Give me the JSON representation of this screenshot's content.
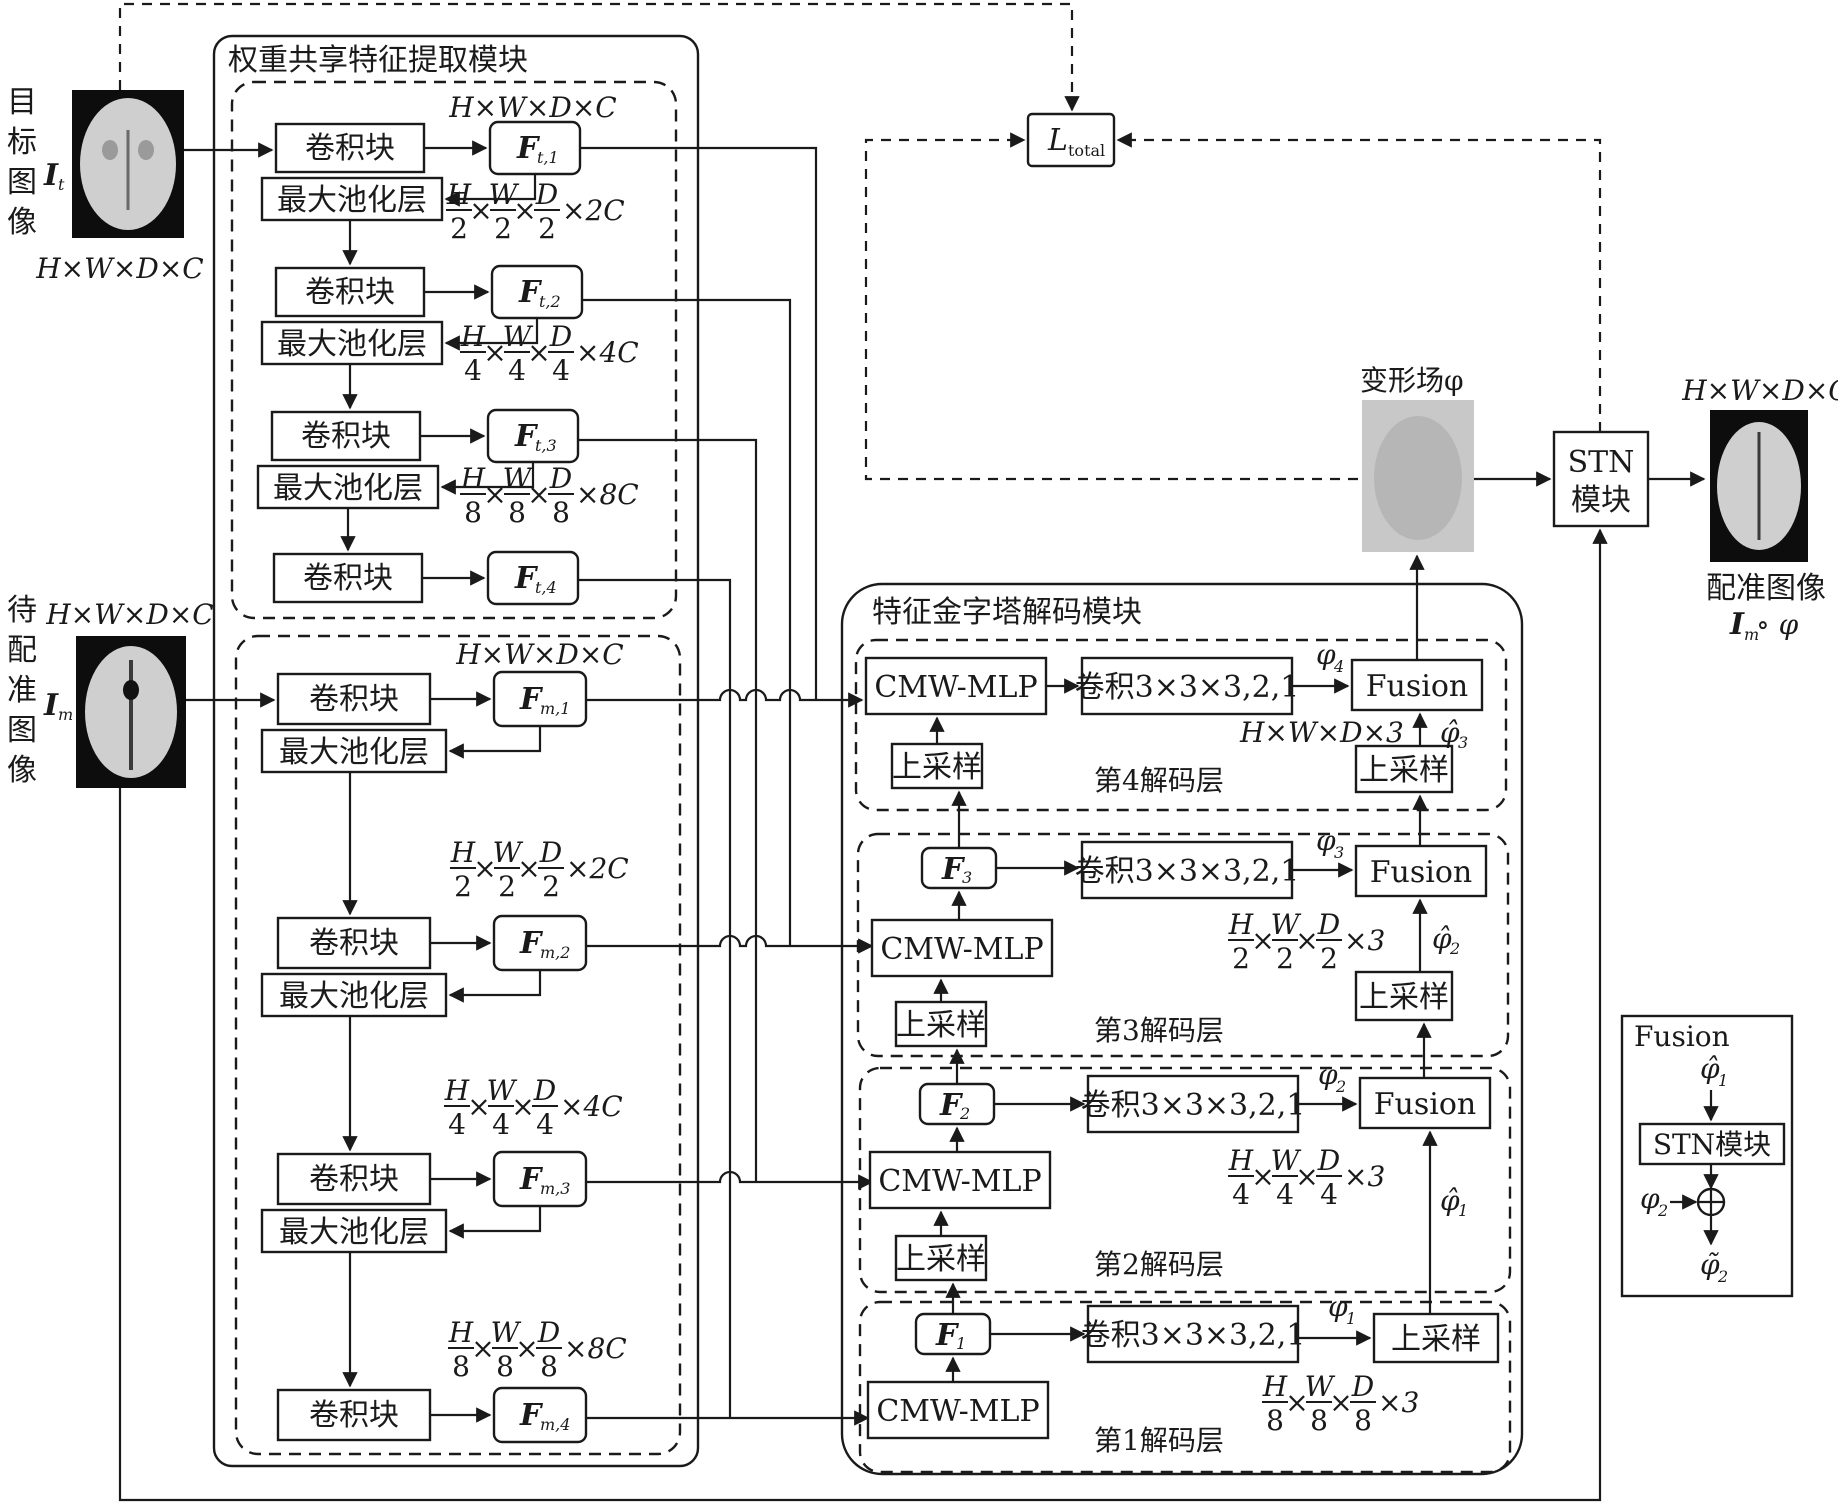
{
  "inputs": {
    "target": {
      "label_chars": [
        "目",
        "标",
        "图",
        "像"
      ],
      "symbol": "I",
      "symbol_sub": "t",
      "shape": "H×W×D×C"
    },
    "moving": {
      "label_chars": [
        "待",
        "配",
        "准",
        "图",
        "像"
      ],
      "symbol": "I",
      "symbol_sub": "m",
      "shape": "H×W×D×C"
    }
  },
  "encoder": {
    "title": "权重共享特征提取模块",
    "conv_label": "卷积块",
    "pool_label": "最大池化层",
    "target_branch": {
      "top_shape": "H×W×D×C",
      "features": [
        {
          "name": "F",
          "sub": "t,1"
        },
        {
          "name": "F",
          "sub": "t,2"
        },
        {
          "name": "F",
          "sub": "t,3"
        },
        {
          "name": "F",
          "sub": "t,4"
        }
      ],
      "shapes": [
        {
          "h": "H",
          "w": "W",
          "d": "D",
          "den": "2",
          "c": "×2C"
        },
        {
          "h": "H",
          "w": "W",
          "d": "D",
          "den": "4",
          "c": "×4C"
        },
        {
          "h": "H",
          "w": "W",
          "d": "D",
          "den": "8",
          "c": "×8C"
        }
      ]
    },
    "moving_branch": {
      "top_shape": "H×W×D×C",
      "features": [
        {
          "name": "F",
          "sub": "m,1"
        },
        {
          "name": "F",
          "sub": "m,2"
        },
        {
          "name": "F",
          "sub": "m,3"
        },
        {
          "name": "F",
          "sub": "m,4"
        }
      ],
      "shapes": [
        {
          "h": "H",
          "w": "W",
          "d": "D",
          "den": "2",
          "c": "×2C"
        },
        {
          "h": "H",
          "w": "W",
          "d": "D",
          "den": "4",
          "c": "×4C"
        },
        {
          "h": "H",
          "w": "W",
          "d": "D",
          "den": "8",
          "c": "×8C"
        }
      ]
    }
  },
  "decoder": {
    "title": "特征金字塔解码模块",
    "cmw_label": "CMW-MLP",
    "conv_label": "卷积3×3×3,2,1",
    "upsample_label": "上采样",
    "fusion_label": "Fusion",
    "layers": [
      {
        "label": "第4解码层",
        "phi": "φ",
        "phi_sub": "4",
        "phi_hat_sub": "3",
        "shape": "H×W×D×3"
      },
      {
        "label": "第3解码层",
        "phi": "φ",
        "phi_sub": "3",
        "phi_hat_sub": "2",
        "feature_sub": "3",
        "shape_den": "2"
      },
      {
        "label": "第2解码层",
        "phi": "φ",
        "phi_sub": "2",
        "phi_hat_sub": "1",
        "feature_sub": "2",
        "shape_den": "4"
      },
      {
        "label": "第1解码层",
        "phi": "φ",
        "phi_sub": "1",
        "feature_sub": "1",
        "shape_den": "8"
      }
    ],
    "feature_name": "F",
    "shape_suffix": "×3"
  },
  "loss": {
    "symbol": "L",
    "sub": "total"
  },
  "deformation": {
    "label": "变形场φ"
  },
  "stn": {
    "line1": "STN",
    "line2": "模块"
  },
  "output": {
    "shape": "H×W×D×C",
    "label": "配准图像",
    "symbol": "I",
    "symbol_sub": "m",
    "compose": "∘ φ"
  },
  "fusion_legend": {
    "title": "Fusion",
    "in_hat": "φ̂",
    "in_hat_sub": "1",
    "stn_label": "STN模块",
    "side_in": "φ",
    "side_in_sub": "2",
    "out": "φ̃",
    "out_sub": "2"
  }
}
